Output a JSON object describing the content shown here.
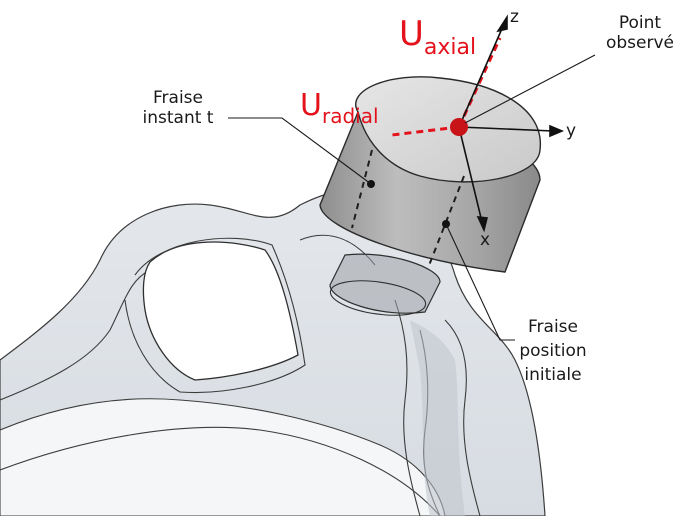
{
  "labels": {
    "fraise_instant_line1": "Fraise",
    "fraise_instant_line2": "instant t",
    "point_observe_line1": "Point",
    "point_observe_line2": "observé",
    "fraise_initiale_line1": "Fraise",
    "fraise_initiale_line2": "position",
    "fraise_initiale_line3": "initiale",
    "u_axial_main": "U",
    "u_axial_sub": "axial",
    "u_radial_main": "U",
    "u_radial_sub": "radial"
  },
  "axes": {
    "z": "z",
    "y": "y",
    "x": "x"
  },
  "colors": {
    "displacement_red": "#e3121b",
    "point_red": "#c81418",
    "part_fill": "#d9dee4",
    "part_edge": "#3c3c3c",
    "tool_body": "#a9a9a9",
    "tool_top": "#dcdcdc"
  }
}
